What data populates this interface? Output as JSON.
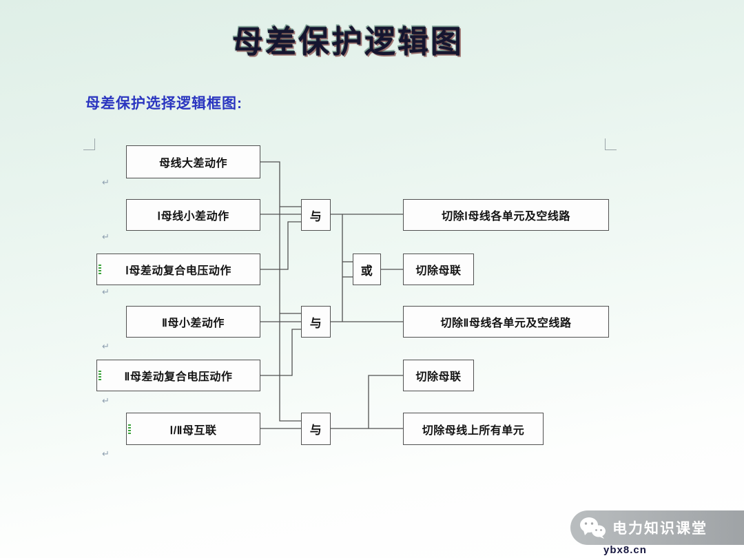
{
  "page": {
    "title": "母差保护逻辑图",
    "subtitle": "母差保护选择逻辑框图:",
    "paragraph_mark": "↵"
  },
  "watermark": {
    "brand": "电力知识课堂",
    "site": "ybx8.cn",
    "icon": "wechat-icon"
  },
  "diagram": {
    "inputs": [
      {
        "label": "母线大差动作"
      },
      {
        "label": "Ⅰ母线小差动作"
      },
      {
        "label": "Ⅰ母差动复合电压动作"
      },
      {
        "label": "Ⅱ母小差动作"
      },
      {
        "label": "Ⅱ母差动复合电压动作"
      },
      {
        "label": "Ⅰ/Ⅱ母互联"
      }
    ],
    "gates": [
      {
        "label": "与"
      },
      {
        "label": "或"
      },
      {
        "label": "与"
      },
      {
        "label": "与"
      }
    ],
    "outputs": [
      {
        "label": "切除Ⅰ母线各单元及空线路"
      },
      {
        "label": "切除母联"
      },
      {
        "label": "切除Ⅱ母线各单元及空线路"
      },
      {
        "label": "切除母联"
      },
      {
        "label": "切除母线上所有单元"
      }
    ]
  },
  "colors": {
    "subtitle_blue": "#2a35c0",
    "box_border": "#4f4f4f",
    "connector": "#4f4f4f",
    "watermark_bg": "#a2a6a9",
    "background_top": "#dfefe7"
  }
}
